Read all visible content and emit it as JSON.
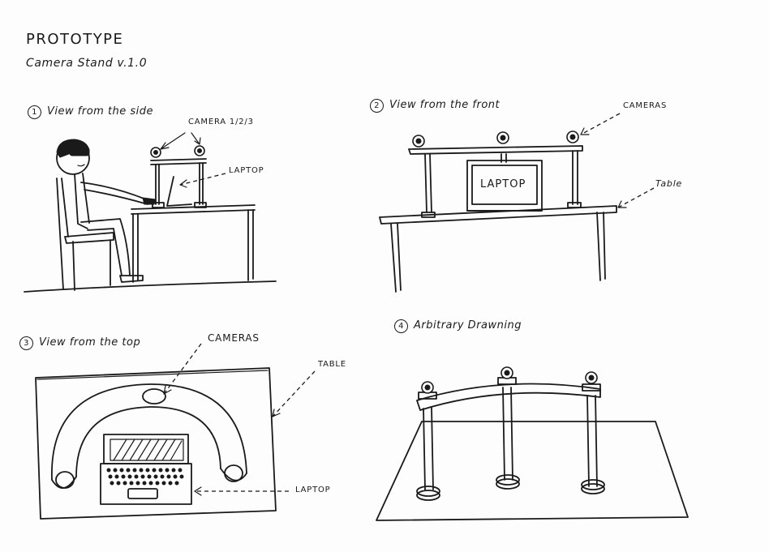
{
  "header": {
    "title": "PROTOTYPE",
    "subtitle": "Camera Stand v.1.0"
  },
  "sections": [
    {
      "number": "1",
      "label": "View from the side"
    },
    {
      "number": "2",
      "label": "View from the front"
    },
    {
      "number": "3",
      "label": "View from the top"
    },
    {
      "number": "4",
      "label": "Arbitrary Drawning"
    }
  ],
  "annotations": {
    "side_cameras": "CAMERA 1/2/3",
    "side_laptop": "LAPTOP",
    "front_cameras": "CAMERAS",
    "front_table": "Table",
    "front_laptop": "LAPTOP",
    "top_cameras": "CAMERAS",
    "top_table": "TABLE",
    "top_laptop": "LAPTOP"
  }
}
